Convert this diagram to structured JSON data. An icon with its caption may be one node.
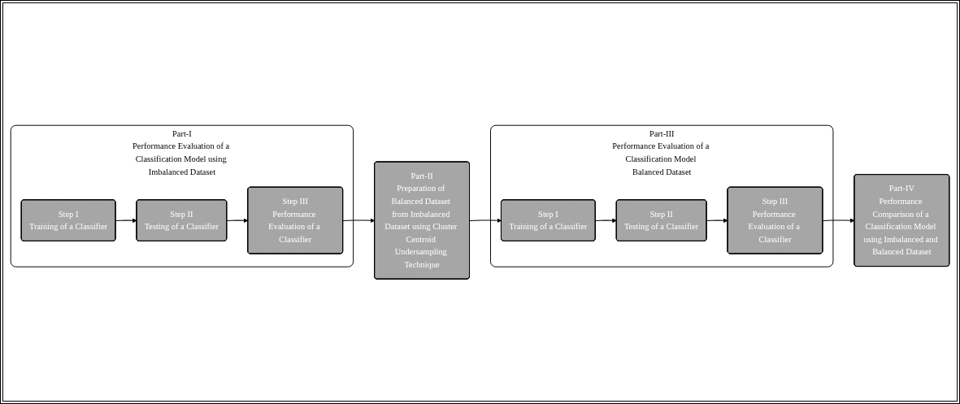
{
  "diagram": {
    "nodes": [
      {
        "text": [
          "Part-I",
          "Performance Evaluation of a Classification Model using Imbalanced Dataset"
        ]
      },
      {
        "text": [
          "Step I",
          "Training of a Classifier"
        ],
        "in": 0
      },
      {
        "text": [
          "Step II",
          "Testing of a Classifier"
        ],
        "in": 0
      },
      {
        "text": [
          "Step III",
          "Performance Evaluation of a Classifier"
        ],
        "in": 0
      },
      {
        "text": [
          "Part-II",
          "Preparation of Balanced Dataset from Imbalanced Dataset using Cluster Centroid Undersampling Technique"
        ]
      },
      {
        "text": [
          "Part-III",
          "Performance Evaluation of a Classification Model Balanced Dataset"
        ]
      },
      {
        "text": [
          "Step I",
          "Training of a Classifier"
        ],
        "in": 5
      },
      {
        "text": [
          "Step II",
          "Testing of a Classifier"
        ],
        "in": 5
      },
      {
        "text": [
          "Step III",
          "Performance Evaluation of a Classifier"
        ],
        "in": 5
      },
      {
        "text": [
          "Part-IV",
          "Performance Comparison of a Classification Model using Imbalanced and Balanced Dataset"
        ]
      }
    ],
    "edges": [
      {
        "from": 1,
        "to": 2,
        "arrow": "to"
      },
      {
        "from": 2,
        "to": 3,
        "arrow": "to"
      },
      {
        "from": 3,
        "to": 4,
        "arrow": "to"
      },
      {
        "from": 4,
        "to": 6,
        "arrow": "to"
      },
      {
        "from": 6,
        "to": 7,
        "arrow": "to"
      },
      {
        "from": 7,
        "to": 8,
        "arrow": "to"
      },
      {
        "from": 8,
        "to": 9,
        "arrow": "to"
      }
    ]
  }
}
